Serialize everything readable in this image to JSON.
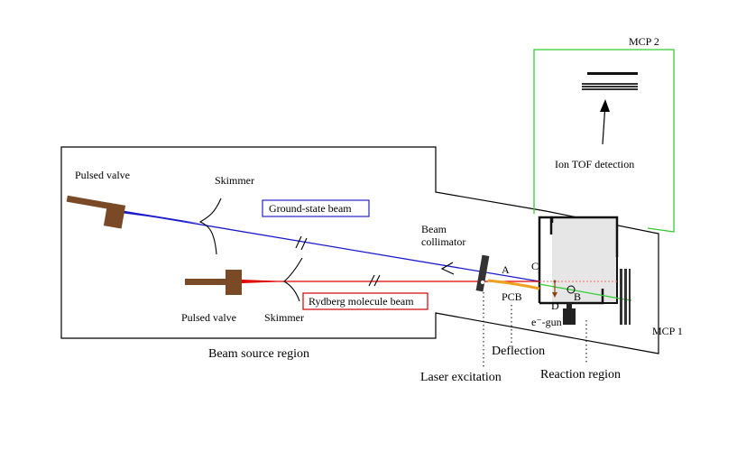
{
  "labels": {
    "pulsed_valve_top": "Pulsed valve",
    "skimmer_top": "Skimmer",
    "ground_state_beam": "Ground-state beam",
    "beam_collimator_line1": "Beam",
    "beam_collimator_line2": "collimator",
    "rydberg_beam": "Rydberg molecule beam",
    "pulsed_valve_bottom": "Pulsed valve",
    "skimmer_bottom": "Skimmer",
    "beam_source_region": "Beam source region",
    "laser_excitation": "Laser excitation",
    "deflection": "Deflection",
    "reaction_region": "Reaction region",
    "pcb": "PCB",
    "egun": "e⁻-gun",
    "point_a": "A",
    "point_b": "B",
    "point_c": "C",
    "point_d": "D",
    "mcp1": "MCP 1",
    "mcp2": "MCP 2",
    "ion_tof": "Ion TOF detection"
  },
  "colors": {
    "chamber_outline": "#000000",
    "ground_beam": "#1a1acc",
    "rydberg_beam": "#e00000",
    "box_ground": "#2222cc",
    "box_rydberg": "#d00000",
    "tof_region": "#33cc33",
    "green_beam": "#33cc33",
    "valve": "#7a4a26",
    "pcb": "#f0a020",
    "reaction_fill": "#e6e6e6",
    "dotted_line": "#ff6666"
  }
}
